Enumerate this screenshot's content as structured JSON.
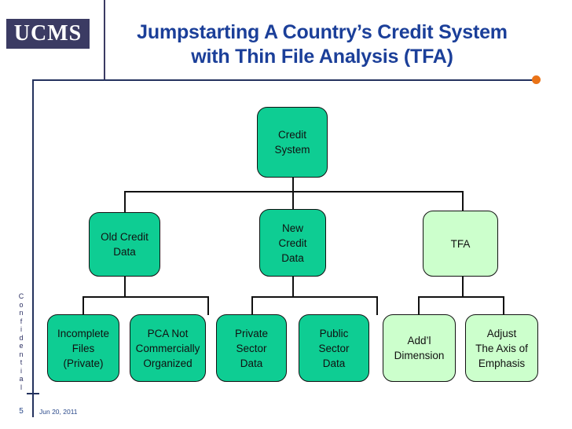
{
  "header": {
    "logo_text": "UCMS",
    "title_line1": "Jumpstarting A Country’s Credit System",
    "title_line2": "with Thin File Analysis (TFA)",
    "accent_color": "#1b3f99",
    "logo_bg_color": "#3b3b63",
    "rule_color": "#24325e",
    "dot_color": "#ea7317"
  },
  "sidebar": {
    "confidential_label": "Confidential"
  },
  "footer": {
    "page_number": "5",
    "date": "Jun 20, 2011"
  },
  "diagram": {
    "type": "tree",
    "green_color": "#0ecd93",
    "light_green_color": "#ccffcc",
    "border_color": "#111111",
    "nodes": {
      "root": "Credit\nSystem",
      "old_credit_data": "Old Credit\nData",
      "new_credit_data": "New\nCredit\nData",
      "tfa": "TFA",
      "incomplete_files": "Incomplete\nFiles\n(Private)",
      "pca_not_organized": "PCA Not\nCommercially\nOrganized",
      "private_sector_data": "Private\nSector\nData",
      "public_sector_data": "Public\nSector\nData",
      "addl_dimension": "Add’l\nDimension",
      "adjust_axis": "Adjust\nThe Axis of\nEmphasis"
    }
  }
}
